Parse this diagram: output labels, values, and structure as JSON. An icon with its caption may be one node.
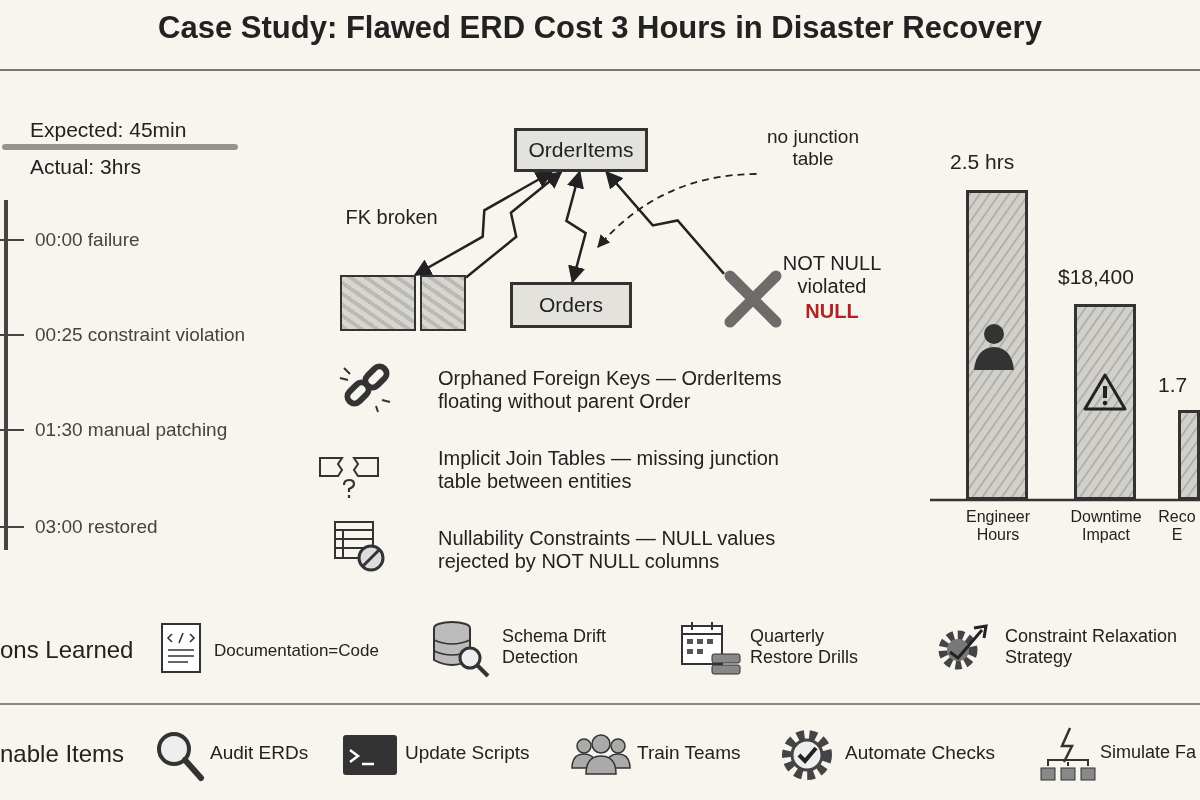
{
  "diagram": {
    "title": "Case Study: Flawed ERD Cost 3 Hours in Disaster Recovery",
    "nodes": [
      {
        "text": [
          "OrderItems"
        ]
      },
      {
        "text": [],
        "shape": "box"
      },
      {
        "text": [],
        "shape": "box"
      },
      {
        "text": [
          "Orders"
        ]
      },
      {
        "text": [],
        "shape": "cross",
        "beside": [
          "NOT NULL violated",
          "NULL"
        ]
      },
      {
        "text": [
          "no junction table"
        ]
      }
    ],
    "edges": [
      {
        "from": 0,
        "to": 1,
        "arrow": "both",
        "label": "FK broken"
      },
      {
        "from": 2,
        "to": 0,
        "arrow": "to"
      },
      {
        "from": 3,
        "to": 0,
        "arrow": "both"
      },
      {
        "from": 4,
        "to": 0,
        "arrow": "to"
      },
      {
        "from": 5,
        "to": null,
        "arrow": "to",
        "style": "dashed"
      }
    ],
    "labels": [
      "Expected: 45min",
      "Actual: 3hrs",
      "00:00 failure",
      "00:25 constraint violation",
      "01:30 manual patching",
      "03:00 restored",
      "Orphaned Foreign Keys — OrderItems floating without parent Order",
      "Implicit Join Tables — missing junction table between entities",
      "Nullability Constraints — NULL values rejected by NOT NULL columns",
      "2.5 hrs",
      "$18,400",
      "1.7",
      "Engineer Hours",
      "Downtime Impact",
      "Reco E",
      "ons Learned",
      "Documentation=Code",
      "Schema Drift Detection",
      "Quarterly Restore Drills",
      "Constraint Relaxation Strategy",
      "nable Items",
      "Audit ERDs",
      "Update Scripts",
      "Train Teams",
      "Automate Checks",
      "Simulate Fa"
    ]
  }
}
